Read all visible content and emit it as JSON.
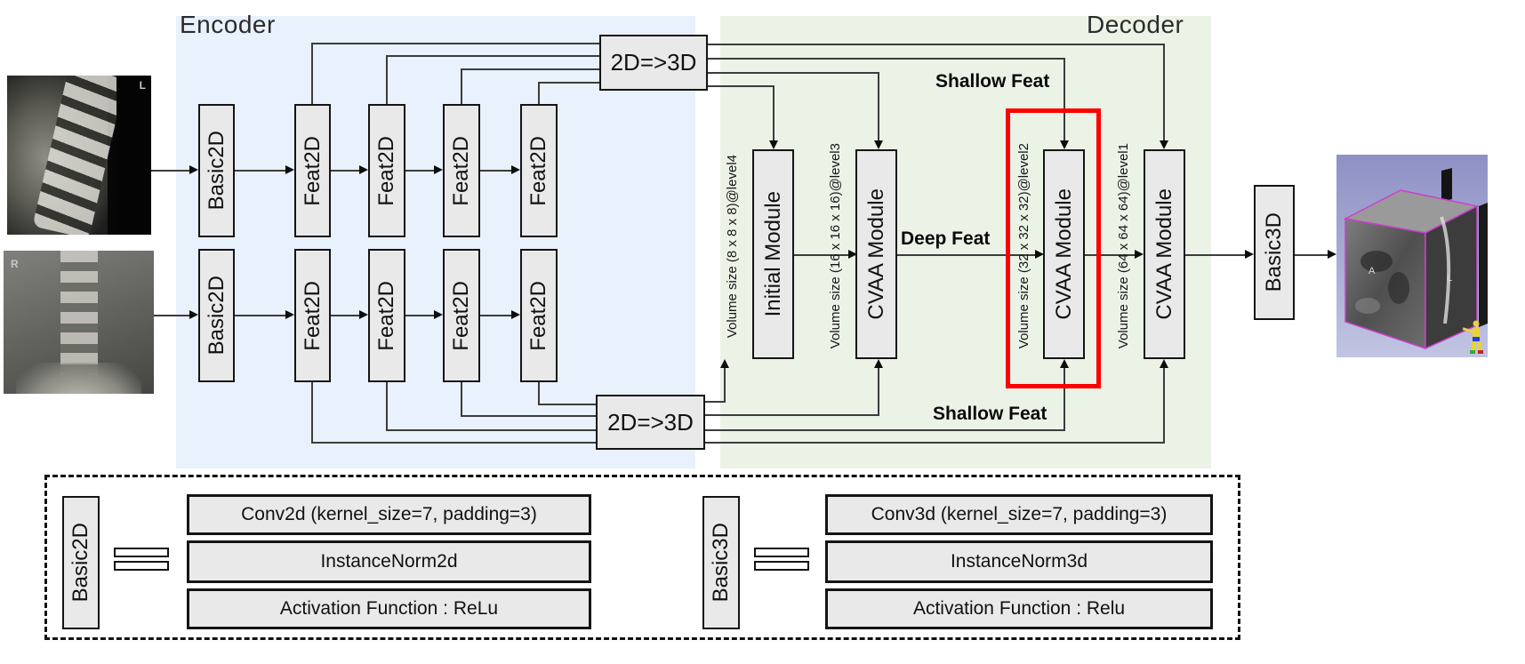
{
  "diagram": {
    "encoder_label": "Encoder",
    "decoder_label": "Decoder",
    "converter_top": "2D=>3D",
    "converter_bottom": "2D=>3D",
    "encoder_row1": [
      "Basic2D",
      "Feat2D",
      "Feat2D",
      "Feat2D",
      "Feat2D"
    ],
    "encoder_row2": [
      "Basic2D",
      "Feat2D",
      "Feat2D",
      "Feat2D",
      "Feat2D"
    ],
    "decoder_modules": [
      {
        "label": "Initial Module",
        "volume": "Volume size (8 x 8 x 8)@level4"
      },
      {
        "label": "CVAA Module",
        "volume": "Volume size (16 x 16 x 16)@level3"
      },
      {
        "label": "CVAA Module",
        "volume": "Volume size (32 x 32 x 32)@level2"
      },
      {
        "label": "CVAA Module",
        "volume": "Volume size (64 x 64 x 64)@level1"
      }
    ],
    "basic3d_label": "Basic3D",
    "shallow_feat_top": "Shallow Feat",
    "shallow_feat_bottom": "Shallow Feat",
    "deep_feat": "Deep Feat"
  },
  "inputs": {
    "lateral_marker": "L",
    "frontal_marker": "R"
  },
  "output": {
    "marker_anterior": "A",
    "marker_left": "L"
  },
  "legend": {
    "basic2d": {
      "title": "Basic2D",
      "rows": [
        "Conv2d (kernel_size=7, padding=3)",
        "InstanceNorm2d",
        "Activation Function : ReLu"
      ]
    },
    "basic3d": {
      "title": "Basic3D",
      "rows": [
        "Conv3d (kernel_size=7, padding=3)",
        "InstanceNorm3d",
        "Activation Function : Relu"
      ]
    }
  },
  "colors": {
    "encoder_bg": "#e9f1fc",
    "decoder_bg": "#ebf3e7",
    "box_fill": "#e9e9e9",
    "box_border": "#141414",
    "highlight": "#fe0000",
    "line": "#3c3c3c",
    "volume_bg": "#9496c9"
  }
}
